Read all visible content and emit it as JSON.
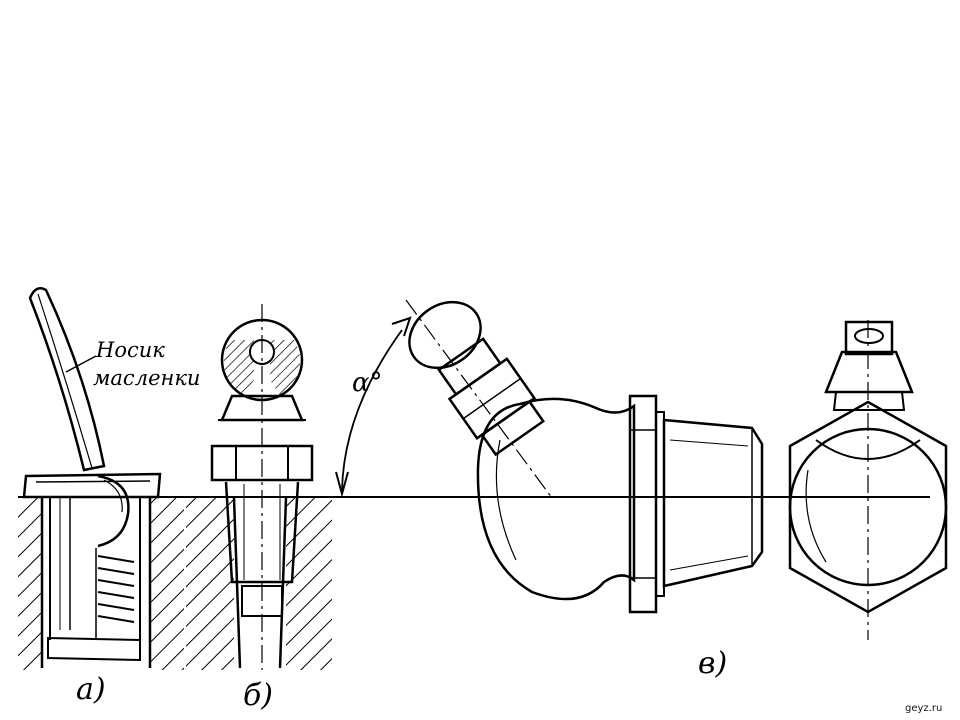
{
  "labels": {
    "callout_line1": "Носик",
    "callout_line2": "масленки",
    "figure_a": "а)",
    "figure_b": "б)",
    "figure_v": "в)",
    "angle": "α°"
  },
  "watermark": "geyz.ru",
  "colors": {
    "ink": "#000000",
    "paper": "#ffffff"
  }
}
